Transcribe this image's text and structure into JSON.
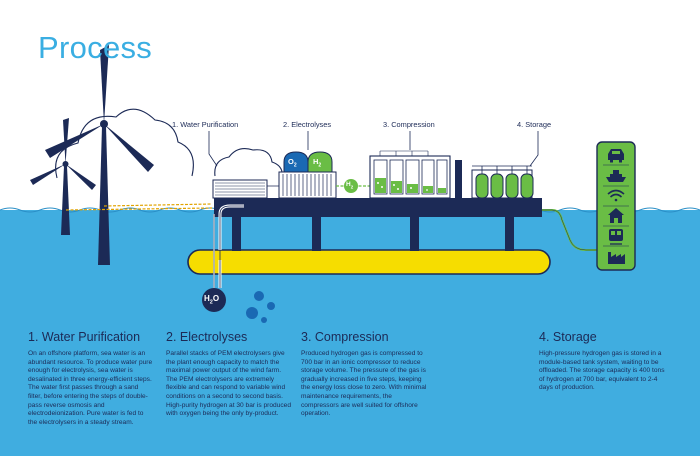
{
  "title": "Process",
  "labels": {
    "water_purification": "1. Water Purification",
    "electrolyses": "2. Electrolyses",
    "compression": "3. Compression",
    "storage": "4. Storage",
    "o2": "O",
    "o2_sub": "2",
    "h2": "H",
    "h2_sub": "2",
    "h2_flow": "H",
    "h2_flow_sub": "2",
    "h2o": "H",
    "h2o_sub": "2",
    "h2o_o": "O"
  },
  "colors": {
    "sky": "#ffffff",
    "sea": "#40ade0",
    "sea_deep": "#3aa7db",
    "navy": "#1c2a56",
    "green": "#6abd45",
    "yellow": "#f6dd00",
    "blue": "#1a69b3",
    "orange_line": "#e1a300"
  },
  "icons": [
    "car-icon",
    "ship-icon",
    "wifi-icon",
    "home-icon",
    "train-icon",
    "factory-icon"
  ],
  "sections": [
    {
      "heading": "1. Water Purification",
      "body": "On an offshore platform, sea water is an abundant resource. To produce water pure enough for electrolysis, sea water is desalinated in three energy-efficient steps. The water first passes through a sand filter, before entering the steps of double-pass reverse osmosis and electrodeionization. Pure water is fed to the electrolysers in a steady stream."
    },
    {
      "heading": "2. Electrolyses",
      "body": "Parallel stacks of PEM electrolysers give the plant enough capacity to match the maximal power output of the wind farm. The PEM electrolysers are extremely flexible and can respond to variable wind conditions on a second to second basis. High-purity hydrogen at 30 bar is produced with oxygen being the only by-product."
    },
    {
      "heading": "3. Compression",
      "body": "Produced hydrogen gas is compressed to 700 bar in an ionic compressor to reduce storage volume. The pressure of the gas is gradually increased in five steps, keeping the energy loss close to zero. With minimal maintenance requirements, the compressors are well suited for offshore operation."
    },
    {
      "heading": "4. Storage",
      "body": "High-pressure hydrogen gas is stored in a module-based tank system, waiting to be offloaded. The storage capacity is 400 tons of hydrogen at 700 bar, equivalent to 2-4 days of production."
    }
  ]
}
